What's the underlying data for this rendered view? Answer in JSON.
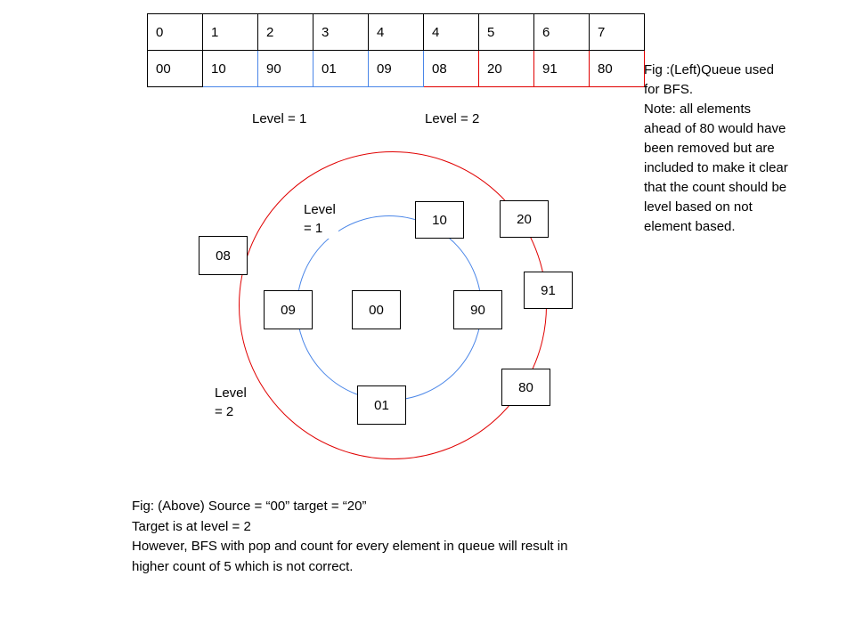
{
  "colors": {
    "level1": "#4a86e8",
    "level2": "#e00000"
  },
  "queue_table": {
    "indices": [
      "0",
      "1",
      "2",
      "3",
      "4",
      "4",
      "5",
      "6",
      "7"
    ],
    "values": [
      "00",
      "10",
      "90",
      "01",
      "09",
      "08",
      "20",
      "91",
      "80"
    ]
  },
  "queue_labels": {
    "level1": "Level = 1",
    "level2": "Level = 2"
  },
  "diagram": {
    "nodes": {
      "n10": "10",
      "n20": "20",
      "n08": "08",
      "n91": "91",
      "n09": "09",
      "n00": "00",
      "n90": "90",
      "n80": "80",
      "n01": "01"
    },
    "level1_label": "Level\n= 1",
    "level2_label": "Level\n= 2"
  },
  "side_note": "Fig :(Left)Queue used\nfor BFS.\nNote: all elements\nahead of 80 would have\nbeen removed but are\nincluded to make it clear\nthat  the count should be\nlevel based on not\nelement based.",
  "caption": "Fig: (Above) Source = “00” target = “20”\nTarget is at level = 2\nHowever, BFS with pop and count for every element in queue will result in\nhigher count of 5 which is not correct."
}
